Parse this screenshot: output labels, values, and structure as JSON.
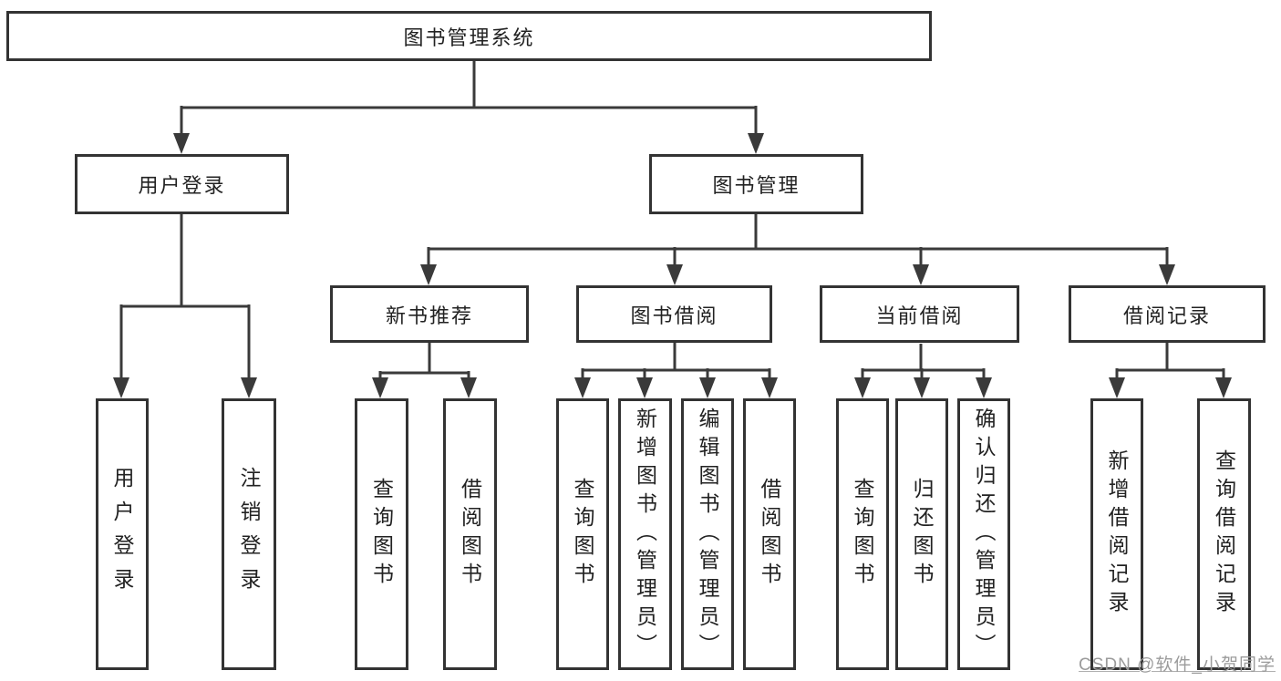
{
  "colors": {
    "line": "#3A3A3A",
    "box_border": "#333333",
    "box_fill": "#FFFFFF",
    "text": "#222222",
    "watermark": "#9B9B9B",
    "background": "#FFFFFF"
  },
  "watermark": {
    "text": "CSDN @软件_小贺同学"
  },
  "tree": {
    "label": "图书管理系统",
    "children": [
      {
        "label": "用户登录",
        "children": [
          {
            "label": "用户登录"
          },
          {
            "label": "注销登录"
          }
        ]
      },
      {
        "label": "图书管理",
        "children": [
          {
            "label": "新书推荐",
            "children": [
              {
                "label": "查询图书"
              },
              {
                "label": "借阅图书"
              }
            ]
          },
          {
            "label": "图书借阅",
            "children": [
              {
                "label": "查询图书"
              },
              {
                "label": "新增图书（管理员）"
              },
              {
                "label": "编辑图书（管理员）"
              },
              {
                "label": "借阅图书"
              }
            ]
          },
          {
            "label": "当前借阅",
            "children": [
              {
                "label": "查询图书"
              },
              {
                "label": "归还图书"
              },
              {
                "label": "确认归还（管理员）"
              }
            ]
          },
          {
            "label": "借阅记录",
            "children": [
              {
                "label": "新增借阅记录"
              },
              {
                "label": "查询借阅记录"
              }
            ]
          }
        ]
      }
    ]
  }
}
